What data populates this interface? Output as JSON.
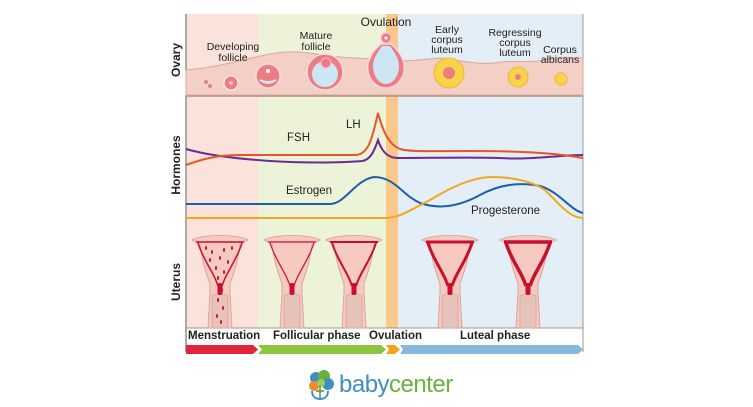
{
  "rows": {
    "ovary": "Ovary",
    "hormones": "Hormones",
    "uterus": "Uterus"
  },
  "ovary_labels": {
    "developing": [
      "Developing",
      "follicle"
    ],
    "mature": [
      "Mature",
      "follicle"
    ],
    "ovulation": "Ovulation",
    "early": [
      "Early",
      "corpus",
      "luteum"
    ],
    "regressing": [
      "Regressing",
      "corpus",
      "luteum"
    ],
    "albicans": [
      "Corpus",
      "albicans"
    ]
  },
  "hormone_labels": {
    "lh": "LH",
    "fsh": "FSH",
    "estrogen": "Estrogen",
    "progesterone": "Progesterone"
  },
  "phases": [
    {
      "label": "Menstruation",
      "color": "#e0263a",
      "bg": "#fbe3dc"
    },
    {
      "label": "Follicular phase",
      "color": "#8cc63f",
      "bg": "#ecf3d9"
    },
    {
      "label": "Ovulation",
      "color": "#f7a21b",
      "bg": "#f9c98b"
    },
    {
      "label": "Luteal phase",
      "color": "#86b7dd",
      "bg": "#e3eef7"
    }
  ],
  "colors": {
    "lh": "#e8542a",
    "fsh": "#6a2c91",
    "estrogen": "#1f5ea8",
    "progesterone": "#f2a81d",
    "tissue": "#f6c9c1",
    "blood": "#c8102e",
    "follicle": "#ee7c82",
    "fluid": "#cde6f4",
    "luteum": "#f9d44a"
  },
  "brand": {
    "baby": "baby",
    "center": "center"
  }
}
